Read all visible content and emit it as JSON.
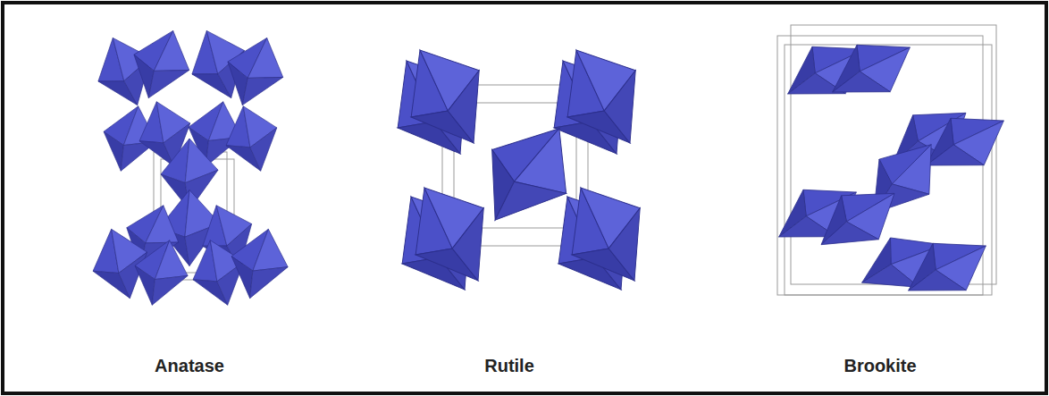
{
  "diagram": {
    "labels": [
      "Anatase",
      "Rutile",
      "Brookite"
    ]
  }
}
